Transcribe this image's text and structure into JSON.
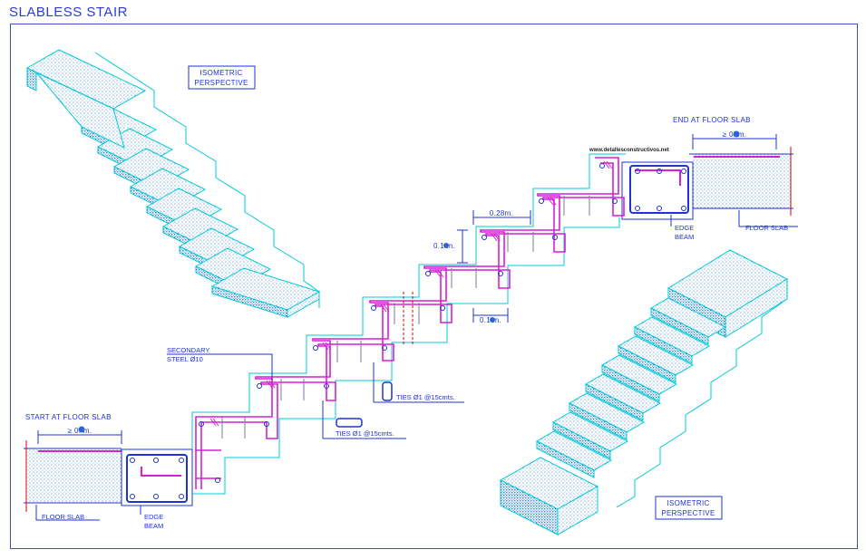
{
  "title": "SLABLESS STAIR",
  "labels": {
    "iso_top": [
      "ISOMETRIC",
      "PERSPECTIVE"
    ],
    "iso_bottom": [
      "ISOMETRIC",
      "PERSPECTIVE"
    ],
    "end_floor_slab": "END AT FLOOR SLAB",
    "start_floor_slab": "START AT FLOOR SLAB",
    "floor_slab_right": "FLOOR SLAB",
    "floor_slab_left": "FLOOR SLAB",
    "edge_beam_right": [
      "EDGE",
      "BEAM"
    ],
    "edge_beam_left": [
      "EDGE",
      "BEAM"
    ],
    "secondary_steel": [
      "SECONDARY",
      "STEEL Ø10"
    ],
    "ties_upper": "TIES Ø1 @15cmts.",
    "ties_lower": "TIES Ø1 @15cmts.",
    "dim_width_right": "≥ 0.  m.",
    "dim_width_left": "≥ 0.  m.",
    "dim_tread": "0.28m.",
    "dim_riser": "0.1 m.",
    "dim_bottom": "0.1 m.",
    "website": "www.detallesconstructivos.net"
  },
  "colors": {
    "line_blue": "#1d33d4",
    "cyan": "#00c8d8",
    "magenta": "#d61fd6",
    "red": "#d40000"
  }
}
